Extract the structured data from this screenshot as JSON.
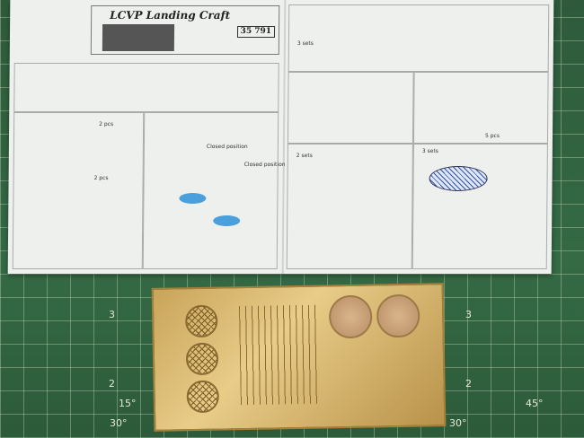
{
  "instructions": {
    "title": "LCVP Landing Craft",
    "kit_number": "35 791",
    "labels": [
      "Closed position",
      "Closed position",
      "2 pcs",
      "2 pcs",
      "5 pcs",
      "2 sets",
      "3 sets",
      "3 sets"
    ]
  },
  "mat": {
    "numbers": [
      "3",
      "2",
      "3",
      "2",
      "15°",
      "30°",
      "30°",
      "45°"
    ]
  }
}
